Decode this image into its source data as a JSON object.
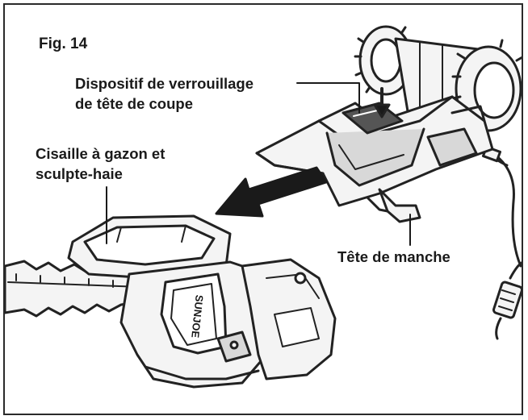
{
  "figure": {
    "number_label": "Fig. 14",
    "labels": {
      "lock_line1": "Dispositif de verrouillage",
      "lock_line2": "de tête de coupe",
      "shear_line1": "Cisaille à gazon et",
      "shear_line2": "sculpte-haie",
      "handle": "Tête de manche"
    },
    "brand_text": "SUNJOE"
  },
  "colors": {
    "ink": "#1a1a1a",
    "outline": "#222222",
    "light_fill": "#f4f4f4",
    "mid_fill": "#d8d8d8",
    "dark_fill": "#555555"
  }
}
